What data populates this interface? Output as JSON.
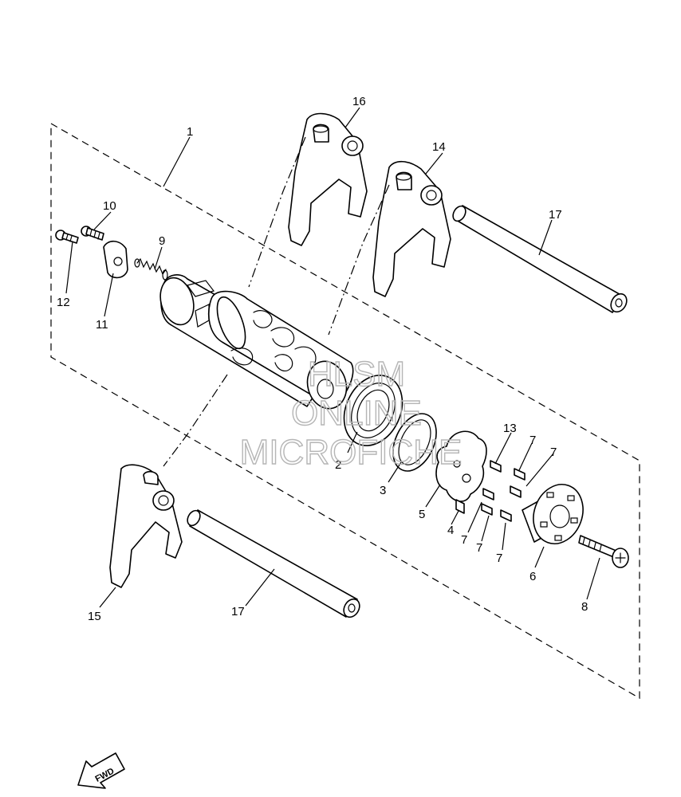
{
  "watermark": {
    "lines": [
      "HLSM",
      "ONLINE",
      "MICROFICHE"
    ],
    "color": "#b5b5b5"
  },
  "direction_badge": {
    "label": "FWD"
  },
  "callouts": [
    {
      "id": "c1",
      "number": "1"
    },
    {
      "id": "c2",
      "number": "2"
    },
    {
      "id": "c3",
      "number": "3"
    },
    {
      "id": "c4",
      "number": "4"
    },
    {
      "id": "c5",
      "number": "5"
    },
    {
      "id": "c6",
      "number": "6"
    },
    {
      "id": "c7a",
      "number": "7"
    },
    {
      "id": "c7b",
      "number": "7"
    },
    {
      "id": "c7c",
      "number": "7"
    },
    {
      "id": "c7d",
      "number": "7"
    },
    {
      "id": "c7e",
      "number": "7"
    },
    {
      "id": "c8",
      "number": "8"
    },
    {
      "id": "c9",
      "number": "9"
    },
    {
      "id": "c10",
      "number": "10"
    },
    {
      "id": "c11",
      "number": "11"
    },
    {
      "id": "c12",
      "number": "12"
    },
    {
      "id": "c13",
      "number": "13"
    },
    {
      "id": "c14",
      "number": "14"
    },
    {
      "id": "c15",
      "number": "15"
    },
    {
      "id": "c16",
      "number": "16"
    },
    {
      "id": "c17a",
      "number": "17"
    },
    {
      "id": "c17b",
      "number": "17"
    }
  ]
}
